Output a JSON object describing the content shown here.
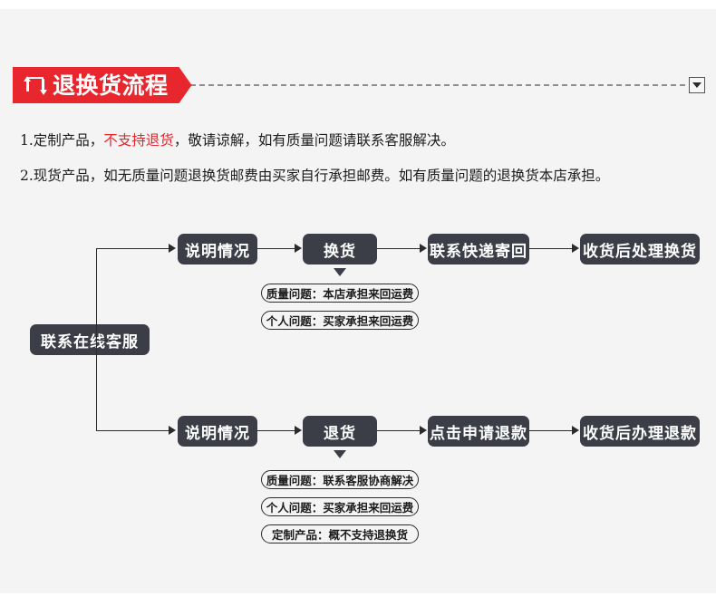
{
  "header": {
    "title": "退换货流程",
    "icon": "exchange-return-icon",
    "collapse_icon": "chevron-down-icon",
    "accent_color": "#e8262d"
  },
  "notes": {
    "line1": {
      "prefix": "1.定制产品，",
      "highlight": "不支持退货",
      "suffix": "，敬请谅解，如有质量问题请联系客服解决。"
    },
    "line2": "2.现货产品，如无质量问题退换货邮费由买家自行承担邮费。如有质量问题的退换货本店承担。"
  },
  "flow": {
    "node_color": "#3b3e47",
    "root": "联系在线客服",
    "exchange_branch": {
      "steps": [
        "说明情况",
        "换货",
        "联系快递寄回",
        "收货后处理换货"
      ],
      "pills": [
        "质量问题：本店承担来回运费",
        "个人问题：买家承担来回运费"
      ]
    },
    "refund_branch": {
      "steps": [
        "说明情况",
        "退货",
        "点击申请退款",
        "收货后办理退款"
      ],
      "pills": [
        "质量问题：联系客服协商解决",
        "个人问题：买家承担来回运费",
        "定制产品：概不支持退换货"
      ]
    }
  }
}
